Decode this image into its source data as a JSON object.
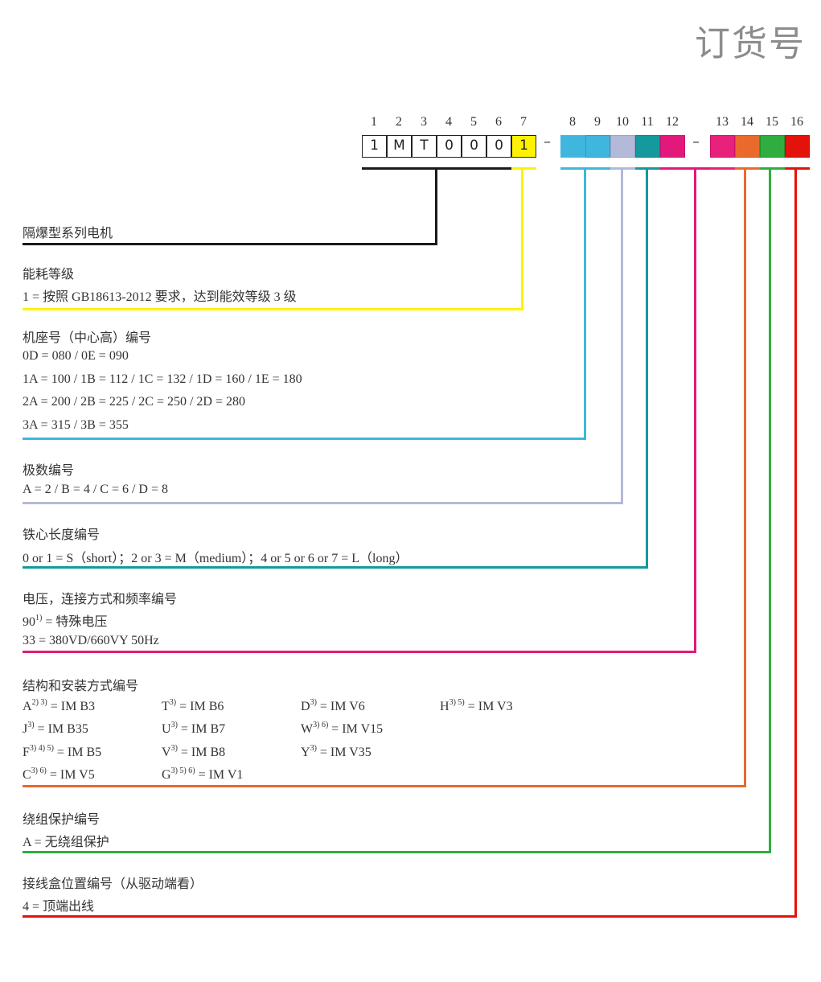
{
  "page_title": "订货号",
  "code": {
    "positions": [
      "1",
      "2",
      "3",
      "4",
      "5",
      "6",
      "7",
      "8",
      "9",
      "10",
      "11",
      "12",
      "13",
      "14",
      "15",
      "16"
    ],
    "fixed_chars": [
      "1",
      "M",
      "T",
      "0",
      "0",
      "0"
    ],
    "pos7_value": "1",
    "separator": "–",
    "colors": {
      "black": "#1a1a1a",
      "yellow": "#fff200",
      "cyan": "#3fb6de",
      "lavender": "#b3b9d8",
      "teal": "#14999e",
      "magenta": "#e2197a",
      "pink": "#e8217a",
      "orange": "#ea6a2c",
      "green": "#2fae3f",
      "red": "#e3120b"
    }
  },
  "sections": {
    "explosion": {
      "title": "隔爆型系列电机"
    },
    "efficiency": {
      "title": "能耗等级",
      "lines": [
        "1 = 按照 GB18613-2012 要求，达到能效等级 3 级"
      ]
    },
    "frame": {
      "title": "机座号（中心高）编号",
      "lines": [
        "0D = 080 / 0E = 090",
        "1A = 100 / 1B = 112 / 1C = 132 / 1D = 160 / 1E = 180",
        "2A = 200 / 2B = 225 / 2C = 250 / 2D = 280",
        "3A = 315 / 3B = 355"
      ]
    },
    "poles": {
      "title": "极数编号",
      "lines": [
        "A = 2 / B = 4 / C = 6 / D = 8"
      ]
    },
    "core": {
      "title": "铁心长度编号",
      "lines": [
        "0 or 1 = S（short）；2 or 3 = M（medium）；4 or 5 or 6 or 7 = L（long）"
      ]
    },
    "voltage": {
      "title": "电压，连接方式和频率编号",
      "line1_pre": "90",
      "line1_sup": "1)",
      "line1_post": " = 特殊电压",
      "line2": "33 = 380VD/660VY 50Hz"
    },
    "mounting": {
      "title": "结构和安装方式编号",
      "items": [
        {
          "base": "A",
          "sup": "2) 3)",
          "val": " = IM B3"
        },
        {
          "base": "T",
          "sup": "3)",
          "val": " = IM B6"
        },
        {
          "base": "D",
          "sup": "3)",
          "val": " = IM V6"
        },
        {
          "base": "H",
          "sup": "3) 5)",
          "val": " = IM V3"
        },
        {
          "base": "J",
          "sup": "3)",
          "val": " = IM B35"
        },
        {
          "base": "U",
          "sup": "3)",
          "val": " = IM B7"
        },
        {
          "base": "W",
          "sup": "3) 6)",
          "val": " = IM V15"
        },
        {
          "base": "F",
          "sup": "3) 4) 5)",
          "val": " = IM B5"
        },
        {
          "base": "V",
          "sup": "3)",
          "val": " = IM B8"
        },
        {
          "base": "Y",
          "sup": "3)",
          "val": " = IM V35"
        },
        {
          "base": "C",
          "sup": "3) 6)",
          "val": " = IM V5"
        },
        {
          "base": "G",
          "sup": "3) 5) 6)",
          "val": " = IM V1"
        }
      ]
    },
    "winding": {
      "title": "绕组保护编号",
      "lines": [
        "A = 无绕组保护"
      ]
    },
    "terminal": {
      "title": "接线盒位置编号（从驱动端看）",
      "lines": [
        "4 = 顶端出线"
      ]
    }
  }
}
